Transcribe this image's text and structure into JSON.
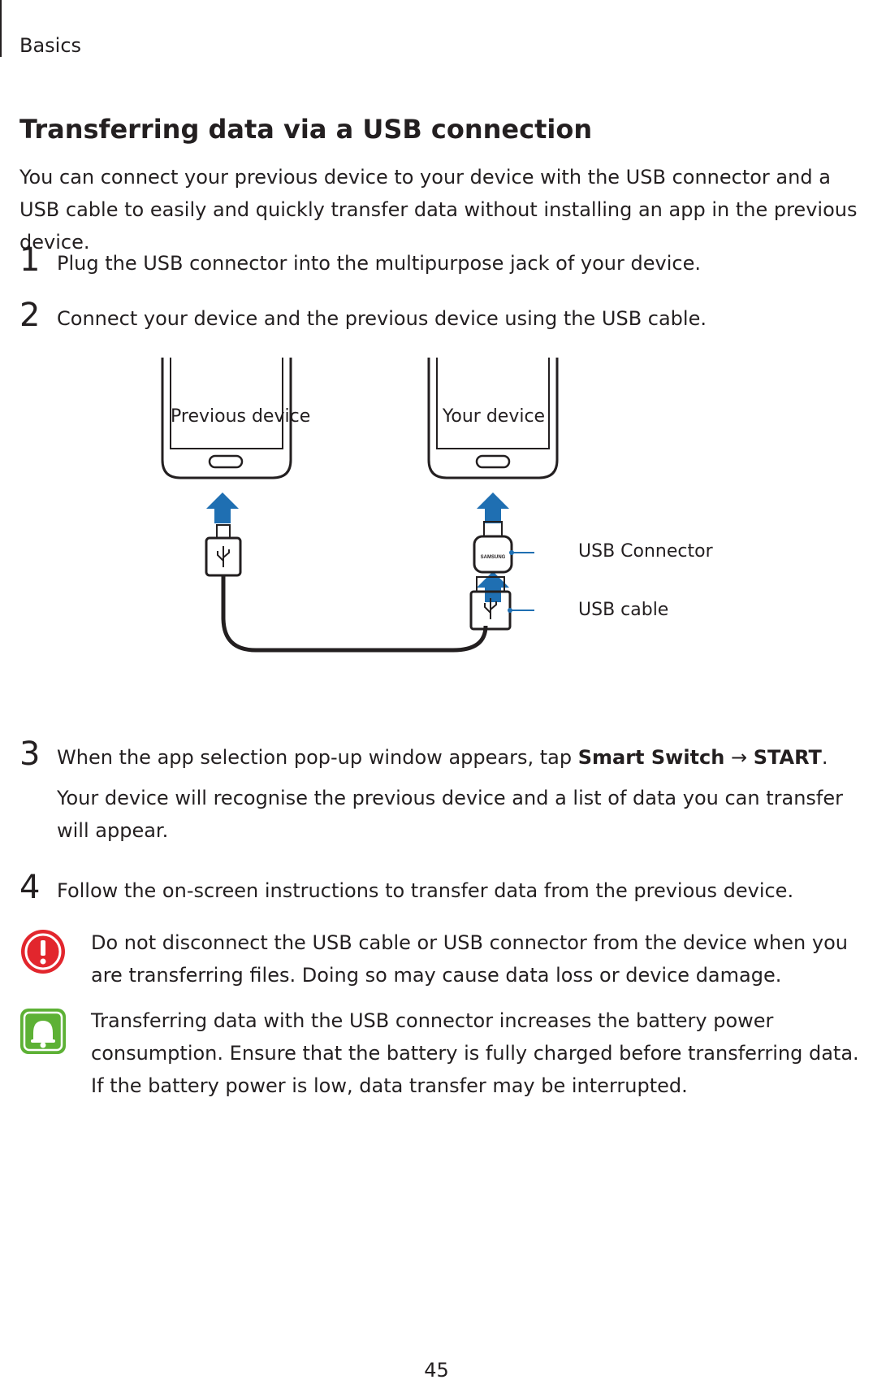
{
  "header": {
    "section": "Basics"
  },
  "title": "Transferring data via a USB connection",
  "intro": "You can connect your previous device to your device with the USB connector and a USB cable to easily and quickly transfer data without installing an app in the previous device.",
  "steps": [
    {
      "number": "1",
      "text": "Plug the USB connector into the multipurpose jack of your device."
    },
    {
      "number": "2",
      "text": "Connect your device and the previous device using the USB cable."
    },
    {
      "number": "3",
      "text_before": "When the app selection pop-up window appears, tap ",
      "bold1": "Smart Switch",
      "arrow": " → ",
      "bold2": "START",
      "text_after": ".",
      "sub": "Your device will recognise the previous device and a list of data you can transfer will appear."
    },
    {
      "number": "4",
      "text": "Follow the on-screen instructions to transfer data from the previous device."
    }
  ],
  "diagram": {
    "previous_device": "Previous device",
    "your_device": "Your device",
    "usb_connector": "USB Connector",
    "usb_cable": "USB cable",
    "brand": "SAMSUNG"
  },
  "notes": [
    {
      "icon": "caution-icon",
      "text": "Do not disconnect the USB cable or USB connector from the device when you are transferring files. Doing so may cause data loss or device damage."
    },
    {
      "icon": "notice-bell-icon",
      "text": "Transferring data with the USB connector increases the battery power consumption. Ensure that the battery is fully charged before transferring data. If the battery power is low, data transfer may be interrupted."
    }
  ],
  "colors": {
    "arrow": "#1f6fb2",
    "caution": "#e2262d",
    "notice": "#5db135",
    "text": "#231f20"
  },
  "page_number": "45"
}
